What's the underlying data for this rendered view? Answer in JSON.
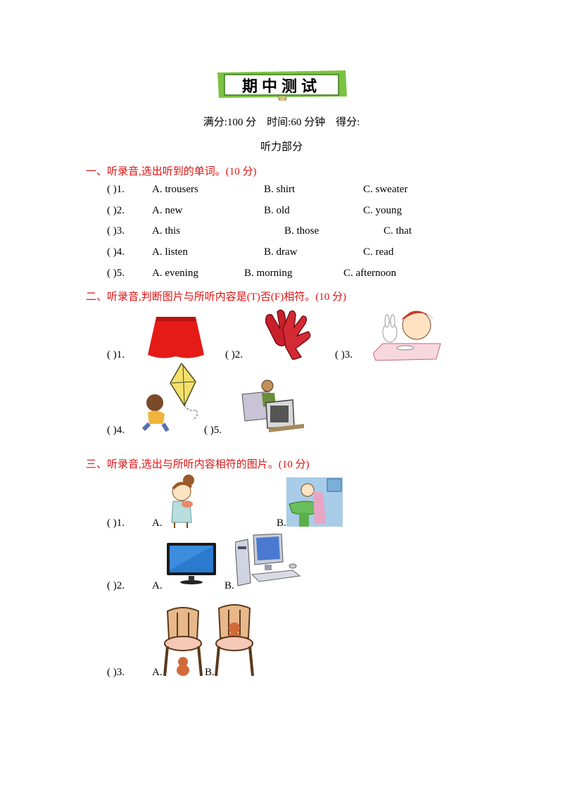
{
  "header": {
    "title": "期中测试",
    "meta": "满分:100 分　时间:60 分钟　得分:",
    "part": "听力部分"
  },
  "sections": [
    {
      "heading": "一、听录音,选出听到的单词。(10 分)",
      "items": [
        {
          "num": "( )1.",
          "options": [
            "A. trousers",
            "B. shirt",
            "C. sweater"
          ]
        },
        {
          "num": "( )2.",
          "options": [
            "A. new",
            "B. old",
            "C. young"
          ]
        },
        {
          "num": "( )3.",
          "options": [
            "A. this",
            "B. those",
            "C. that"
          ]
        },
        {
          "num": "( )4.",
          "options": [
            "A. listen",
            "B. draw",
            "C. read"
          ]
        },
        {
          "num": "( )5.",
          "options": [
            "A. evening",
            "B. morning",
            "C. afternoon"
          ]
        }
      ]
    },
    {
      "heading": "二、听录音,判断图片与所听内容是(T)否(F)相符。(10 分)",
      "items": [
        {
          "num": "( )1.",
          "picture": "red-skirt"
        },
        {
          "num": "( )2.",
          "picture": "red-gloves"
        },
        {
          "num": "( )3.",
          "picture": "girl-eating"
        },
        {
          "num": "( )4.",
          "picture": "boy-flying-kite"
        },
        {
          "num": "( )5.",
          "picture": "man-watching-tv"
        }
      ]
    },
    {
      "heading": "三、听录音,选出与所听内容相符的图片。(10 分)",
      "items": [
        {
          "num": "( )1.",
          "a": "A.",
          "b": "B.",
          "pictures": [
            "girl-brushing-teeth",
            "girl-washing-face"
          ]
        },
        {
          "num": "( )2.",
          "a": "A.",
          "b": "B.",
          "pictures": [
            "tv-set",
            "computer"
          ]
        },
        {
          "num": "( )3.",
          "a": "A.",
          "b": "B.",
          "pictures": [
            "bear-under-chair",
            "bear-on-chair"
          ]
        }
      ]
    }
  ],
  "colors": {
    "heading": "#e01010",
    "banner": "#7cc242",
    "skirt": "#e41b17",
    "gloves": "#c8202a"
  }
}
